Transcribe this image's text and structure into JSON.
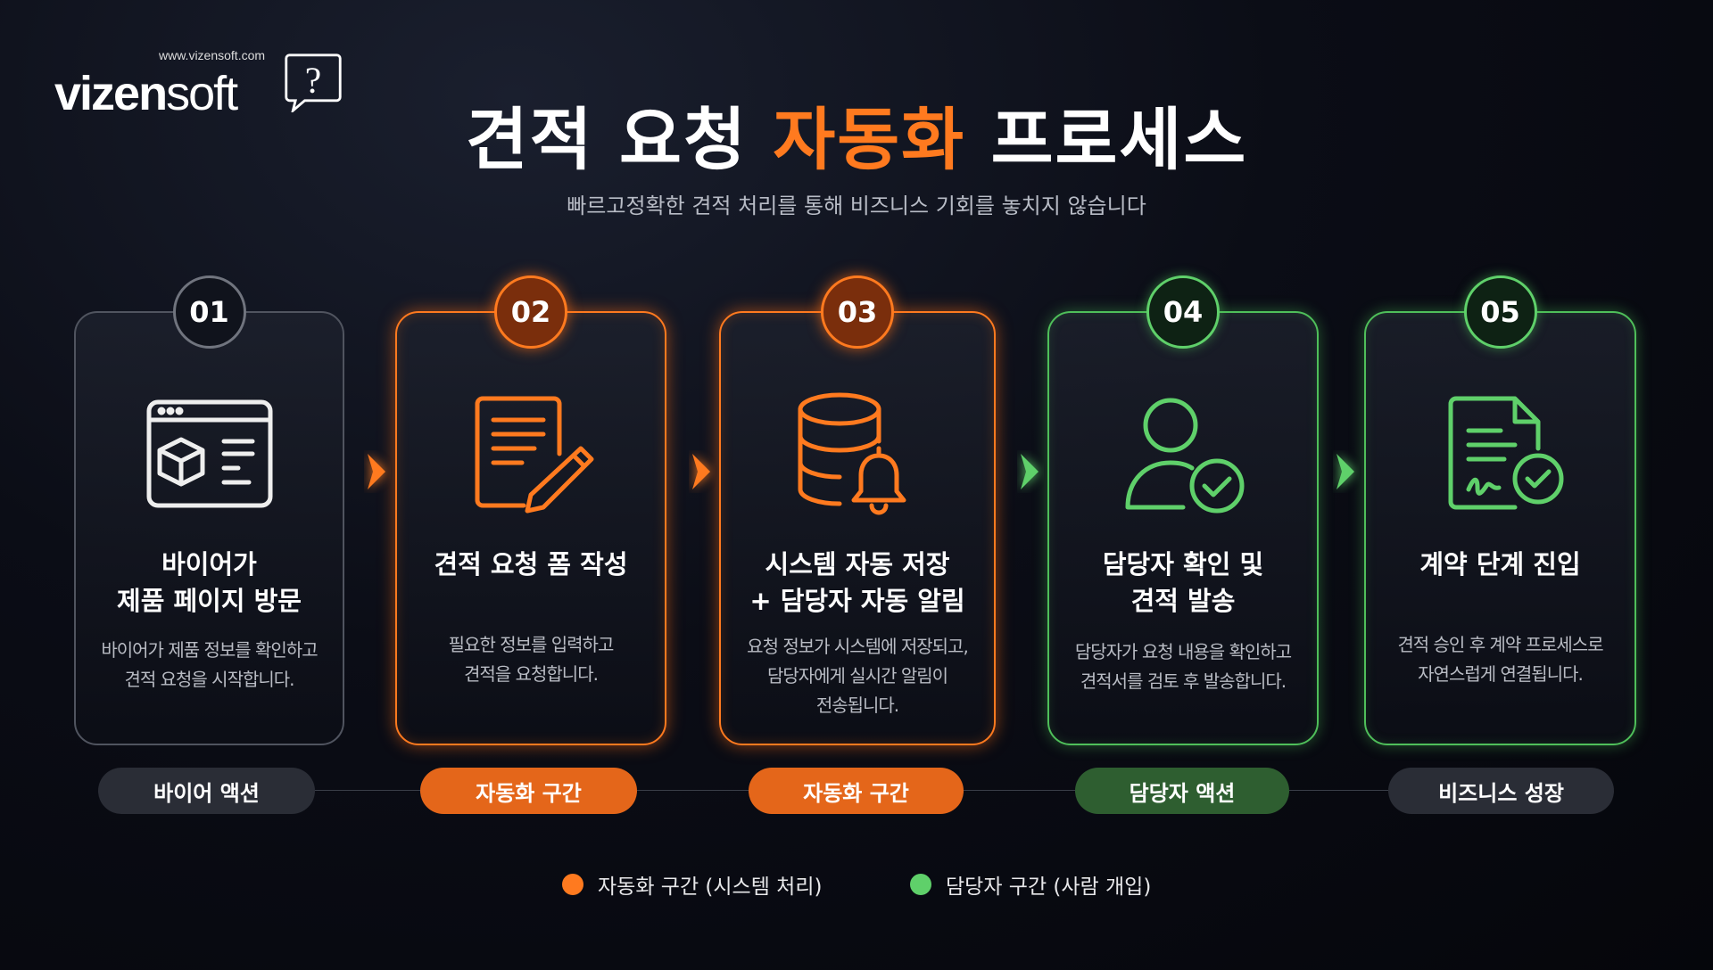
{
  "logo": {
    "url": "www.vizensoft.com",
    "brand_bold": "vizen",
    "brand_light": "soft",
    "mark": "?"
  },
  "header": {
    "title_pre": "견적 요청 ",
    "title_highlight": "자동화",
    "title_post": " 프로세스",
    "subtitle": "빠르고정확한 견적 처리를 통해 비즈니스 기회를 놓치지 않습니다"
  },
  "colors": {
    "orange": "#ff7a1f",
    "green": "#5fd06a",
    "gray": "#50545f"
  },
  "steps": [
    {
      "number": "01",
      "icon": "browser-box-icon",
      "title_lines": [
        "바이어가",
        "제품 페이지 방문"
      ],
      "desc_lines": [
        "바이어가 제품 정보를 확인하고",
        "견적 요청을 시작합니다."
      ],
      "stage": "바이어 액션"
    },
    {
      "number": "02",
      "icon": "document-pen-icon",
      "title_lines": [
        "견적 요청 폼 작성"
      ],
      "desc_lines": [
        "필요한 정보를 입력하고",
        "견적을 요청합니다."
      ],
      "stage": "자동화 구간"
    },
    {
      "number": "03",
      "icon": "database-bell-icon",
      "title_lines": [
        "시스템 자동 저장",
        "+ 담당자 자동 알림"
      ],
      "desc_lines": [
        "요청 정보가 시스템에 저장되고,",
        "담당자에게 실시간 알림이",
        "전송됩니다."
      ],
      "stage": "자동화 구간"
    },
    {
      "number": "04",
      "icon": "user-check-icon",
      "title_lines": [
        "담당자 확인 및",
        "견적 발송"
      ],
      "desc_lines": [
        "담당자가 요청 내용을 확인하고",
        "견적서를 검토 후 발송합니다."
      ],
      "stage": "담당자 액션"
    },
    {
      "number": "05",
      "icon": "contract-check-icon",
      "title_lines": [
        "계약 단계 진입"
      ],
      "desc_lines": [
        "견적 승인 후 계약 프로세스로",
        "자연스럽게 연결됩니다."
      ],
      "stage": "비즈니스 성장"
    }
  ],
  "legend": [
    {
      "label": "자동화 구간 (시스템 처리)",
      "color": "#ff7a1f"
    },
    {
      "label": "담당자 구간 (사람 개입)",
      "color": "#5fd06a"
    }
  ]
}
